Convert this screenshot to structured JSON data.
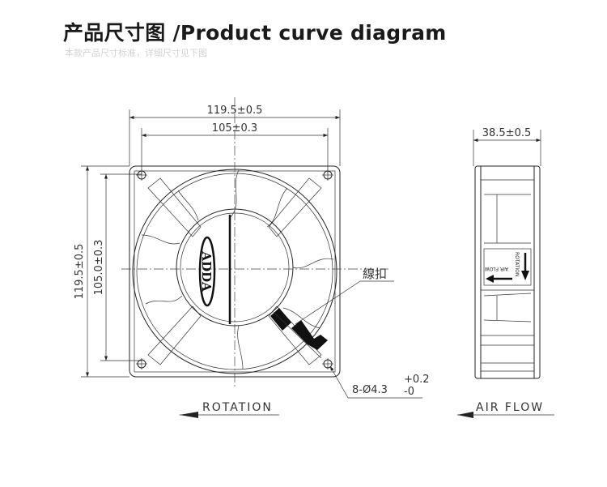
{
  "header": {
    "title": "产品尺寸图 /Product curve diagram",
    "subtitle": "本款产品尺寸标准，详细尺寸见下图"
  },
  "front_view": {
    "width_overall": "119.5±0.5",
    "width_holes": "105±0.3",
    "height_overall": "119.5±0.5",
    "height_holes": "105.0±0.3",
    "brand_logo": "ADDA",
    "wire_clip_label": "線扣",
    "hole_spec": "8-Ø4.3",
    "hole_tol_upper": "+0.2",
    "hole_tol_lower": "-0",
    "rotation_label": "ROTATION"
  },
  "side_view": {
    "depth": "38.5±0.5",
    "label_rotation": "ROTATION",
    "label_airflow": "AIR FLOW",
    "airflow_label": "AIR FLOW"
  }
}
